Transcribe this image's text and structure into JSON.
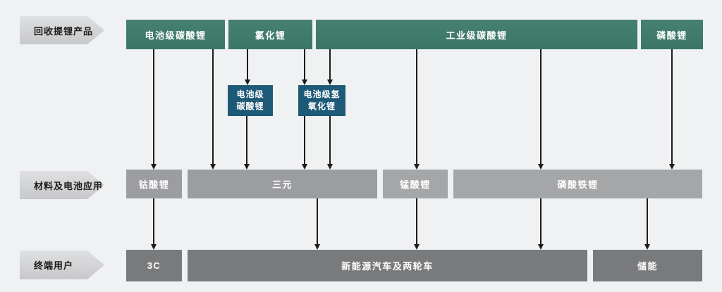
{
  "diagram": {
    "rows": {
      "products": {
        "label": "回收提锂产品",
        "boxes": [
          {
            "label": "电池级碳酸锂"
          },
          {
            "label": "氯化锂"
          },
          {
            "label": "工业级碳酸锂"
          },
          {
            "label": "磷酸锂"
          }
        ]
      },
      "intermediates": {
        "boxes": [
          {
            "label": "电池级碳酸锂"
          },
          {
            "label": "电池级氢氧化锂"
          }
        ]
      },
      "materials": {
        "label": "材料及电池应用",
        "boxes": [
          {
            "label": "钴酸锂"
          },
          {
            "label": "三元"
          },
          {
            "label": "锰酸锂"
          },
          {
            "label": "磷酸铁锂"
          }
        ]
      },
      "end_users": {
        "label": "终端用户",
        "boxes": [
          {
            "label": "3C"
          },
          {
            "label": "新能源汽车及两轮车"
          },
          {
            "label": "储能"
          }
        ]
      }
    },
    "connections": [
      {
        "from": "电池级碳酸锂",
        "to": "钴酸锂"
      },
      {
        "from": "电池级碳酸锂",
        "to": "三元"
      },
      {
        "from": "氯化锂",
        "to": "电池级碳酸锂"
      },
      {
        "from": "电池级碳酸锂",
        "to": "三元"
      },
      {
        "from": "氯化锂",
        "to": "电池级氢氧化锂"
      },
      {
        "from": "工业级碳酸锂",
        "to": "电池级氢氧化锂"
      },
      {
        "from": "电池级氢氧化锂",
        "to": "三元"
      },
      {
        "from": "电池级氢氧化锂",
        "to": "三元"
      },
      {
        "from": "工业级碳酸锂",
        "to": "锰酸锂"
      },
      {
        "from": "工业级碳酸锂",
        "to": "磷酸铁锂"
      },
      {
        "from": "磷酸锂",
        "to": "磷酸铁锂"
      },
      {
        "from": "钴酸锂",
        "to": "3C"
      },
      {
        "from": "三元",
        "to": "新能源汽车及两轮车"
      },
      {
        "from": "锰酸锂",
        "to": "新能源汽车及两轮车"
      },
      {
        "from": "磷酸铁锂",
        "to": "新能源汽车及两轮车"
      },
      {
        "from": "磷酸铁锂",
        "to": "储能"
      }
    ],
    "colors": {
      "background": "#f0f1f2",
      "product_box": "#3d7a6b",
      "intermediate_box": "#1e5a78",
      "material_box": "#9c9da0",
      "material_box_light": "#a5a6a8",
      "end_user_box": "#797a7c",
      "row_label_fill": "#d3d4d6",
      "connector": "#1c1c1c",
      "box_text": "#ffffff",
      "label_text": "#1b1b1b"
    }
  }
}
